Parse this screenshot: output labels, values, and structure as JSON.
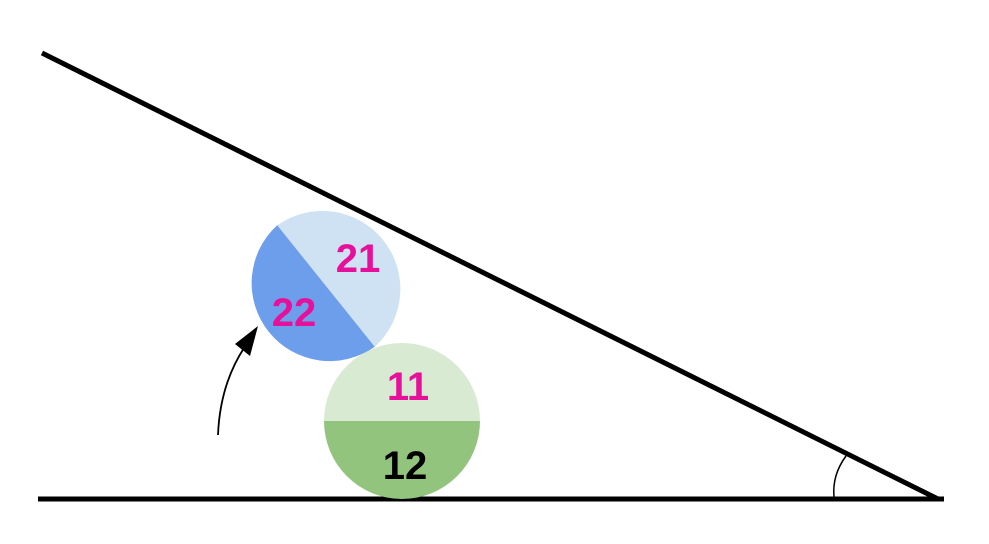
{
  "colors": {
    "line": "#000000",
    "disk1_top": "#d9ead3",
    "disk1_bottom": "#93c47d",
    "disk2_light": "#cfe2f3",
    "disk2_dark": "#6d9eeb",
    "label_magenta": "#e6109b",
    "label_black": "#000000"
  },
  "disk1": {
    "top_label": "11",
    "bottom_label": "12"
  },
  "disk2": {
    "upper_label": "21",
    "lower_label": "22"
  },
  "icons": {
    "rotation_arrow": "curved-arrow-icon",
    "angle_marker": "angle-arc-icon"
  }
}
